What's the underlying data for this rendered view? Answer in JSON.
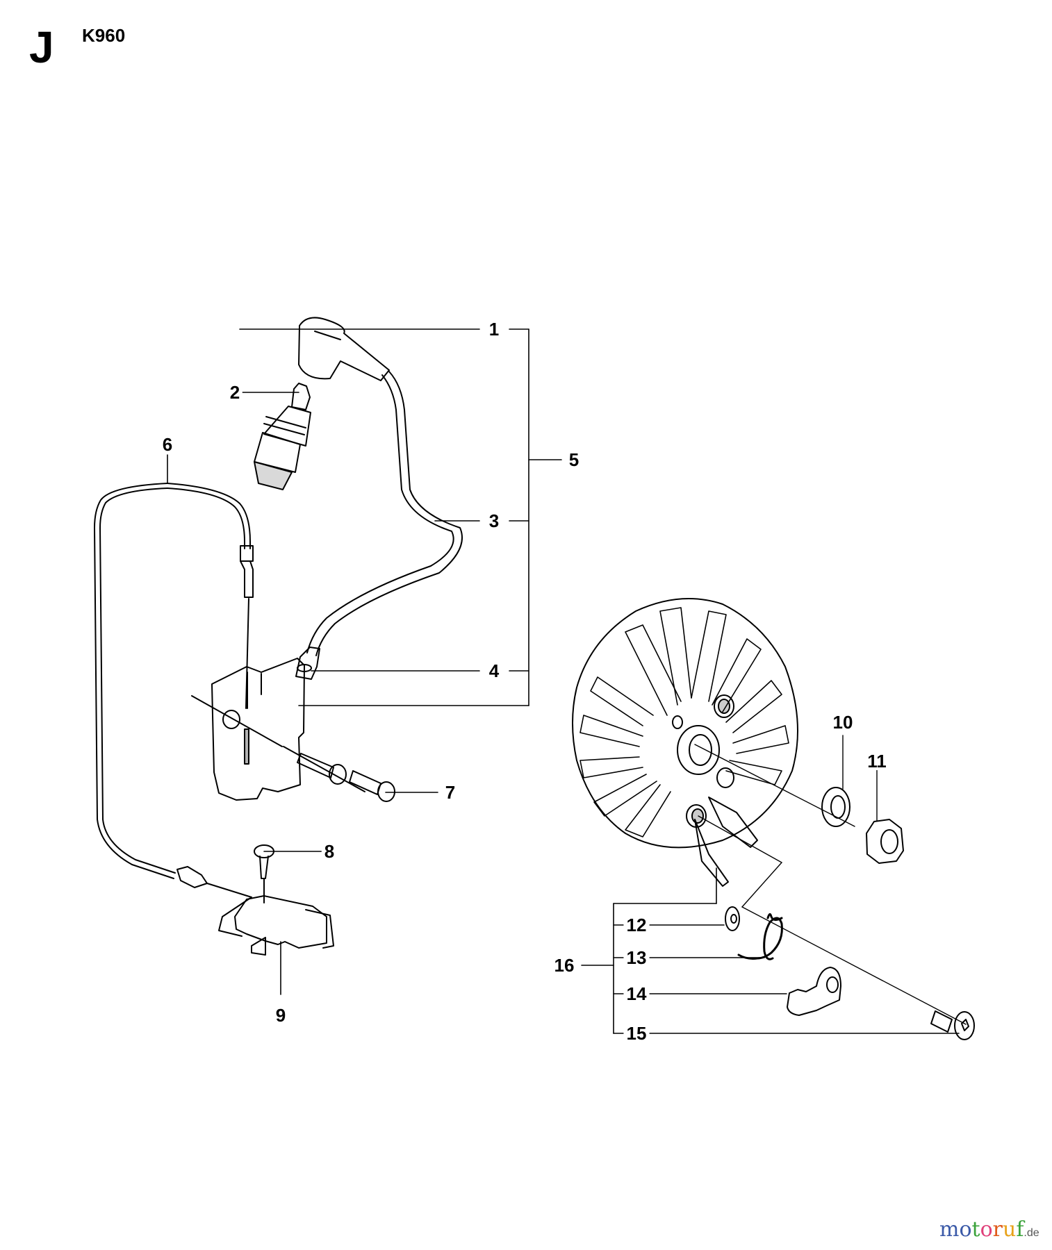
{
  "header": {
    "section_letter": "J",
    "model": "K960"
  },
  "diagram": {
    "type": "exploded-parts-view",
    "subject": "Ignition system and flywheel",
    "callouts": [
      {
        "id": "1",
        "label": "1",
        "part": "spark-plug-cap"
      },
      {
        "id": "2",
        "label": "2",
        "part": "spark-plug"
      },
      {
        "id": "3",
        "label": "3",
        "part": "ignition-cable"
      },
      {
        "id": "4",
        "label": "4",
        "part": "cable-sleeve"
      },
      {
        "id": "5",
        "label": "5",
        "part": "ignition-module-assembly"
      },
      {
        "id": "6",
        "label": "6",
        "part": "short-circuit-cable"
      },
      {
        "id": "7",
        "label": "7",
        "part": "screw"
      },
      {
        "id": "8",
        "label": "8",
        "part": "screw"
      },
      {
        "id": "9",
        "label": "9",
        "part": "stop-switch"
      },
      {
        "id": "10",
        "label": "10",
        "part": "washer"
      },
      {
        "id": "11",
        "label": "11",
        "part": "nut"
      },
      {
        "id": "12",
        "label": "12",
        "part": "washer"
      },
      {
        "id": "13",
        "label": "13",
        "part": "spring"
      },
      {
        "id": "14",
        "label": "14",
        "part": "pawl"
      },
      {
        "id": "15",
        "label": "15",
        "part": "shoulder-screw"
      },
      {
        "id": "16",
        "label": "16",
        "part": "flywheel-assembly"
      }
    ],
    "groups": [
      {
        "parent": "5",
        "children": [
          "1",
          "3",
          "4"
        ]
      },
      {
        "parent": "16",
        "children": [
          "12",
          "13",
          "14",
          "15"
        ]
      }
    ]
  },
  "watermark": {
    "letters": [
      "m",
      "o",
      "t",
      "o",
      "r",
      "u",
      "f"
    ],
    "colors": [
      "#3b5aa8",
      "#3b5aa8",
      "#3aa23a",
      "#e0407a",
      "#e05a1a",
      "#e8a21a",
      "#3aa23a"
    ],
    "tld": ".de"
  }
}
